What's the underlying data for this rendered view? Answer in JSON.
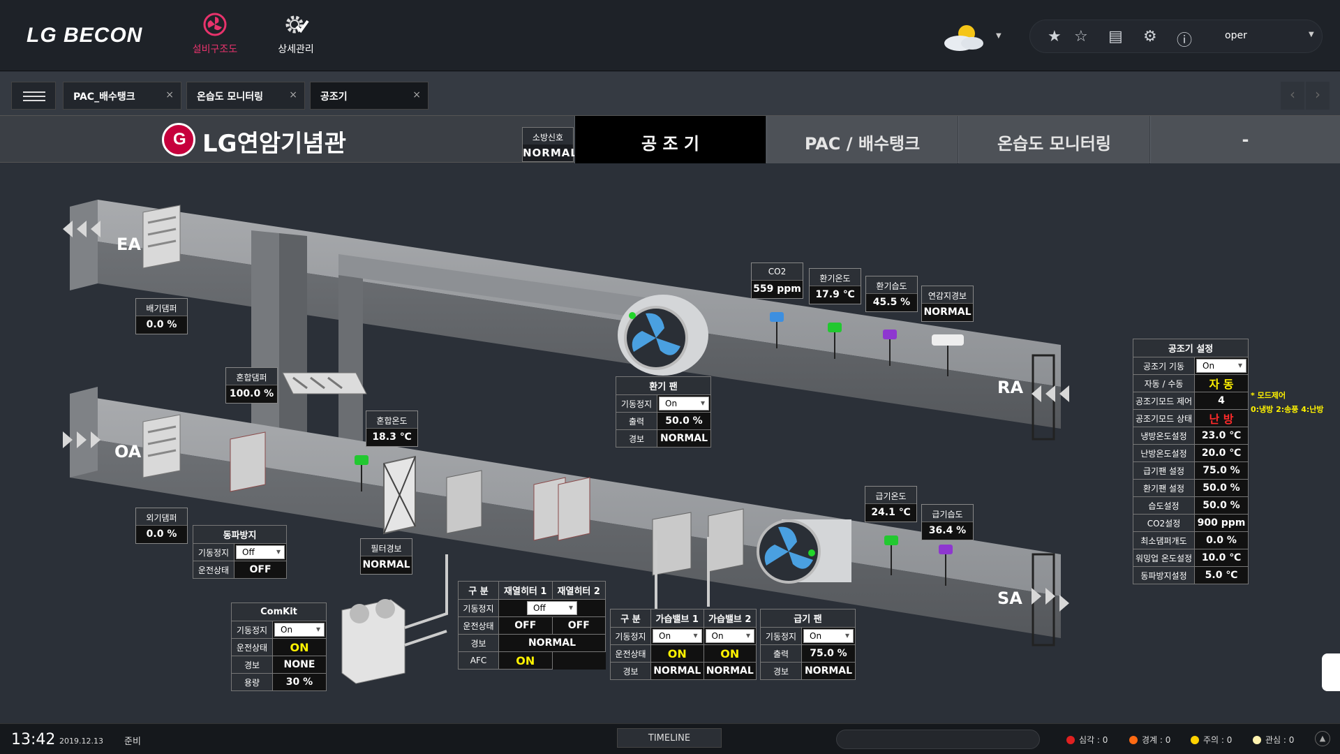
{
  "app": {
    "brand": "LG BECON",
    "nav": [
      {
        "label": "설비구조도",
        "icon": "fan-nav-icon"
      },
      {
        "label": "상세관리",
        "icon": "gear-check-icon"
      }
    ],
    "user": "oper",
    "tools": [
      "star-icon",
      "star-gear-icon",
      "clipboard-icon",
      "gear-icon",
      "info-icon"
    ],
    "weather_icon": "cloud-sun-icon"
  },
  "doc_tabs": [
    "PAC_배수탱크",
    "온습도 모니터링",
    "공조기"
  ],
  "header": {
    "site": "LG연암기념관",
    "fire": {
      "label": "소방신호",
      "value": "NORMAL"
    },
    "tabs": [
      "공 조 기",
      "PAC / 배수탱크",
      "온습도 모니터링",
      "-"
    ]
  },
  "ducts": {
    "ea": "EA",
    "oa": "OA",
    "ra": "RA",
    "sa": "SA"
  },
  "sensors": {
    "exhaust_damper": {
      "label": "배기댐퍼",
      "value": "0.0 %"
    },
    "mix_damper": {
      "label": "혼합댐퍼",
      "value": "100.0 %"
    },
    "mix_temp": {
      "label": "혼합온도",
      "value": "18.3 ℃"
    },
    "outdoor_damper": {
      "label": "외기댐퍼",
      "value": "0.0 %"
    },
    "filter_alarm": {
      "label": "필터경보",
      "value": "NORMAL"
    },
    "co2": {
      "label": "CO2",
      "value": "559 ppm"
    },
    "return_temp": {
      "label": "환기온도",
      "value": "17.9 ℃"
    },
    "return_humid": {
      "label": "환기습도",
      "value": "45.5 %"
    },
    "smoke_alarm": {
      "label": "연감지경보",
      "value": "NORMAL"
    },
    "supply_temp": {
      "label": "급기온도",
      "value": "24.1 ℃"
    },
    "supply_humid": {
      "label": "급기습도",
      "value": "36.4 %"
    }
  },
  "return_fan": {
    "title": "환기 팬",
    "rows": [
      [
        "기동정지",
        "On"
      ],
      [
        "출력",
        "50.0 %"
      ],
      [
        "경보",
        "NORMAL"
      ]
    ]
  },
  "freeze": {
    "title": "동파방지",
    "rows": [
      [
        "기동정지",
        "Off"
      ],
      [
        "운전상태",
        "OFF"
      ]
    ]
  },
  "comkit": {
    "title": "ComKit",
    "rows": [
      [
        "기동정지",
        "On"
      ],
      [
        "운전상태",
        "ON"
      ],
      [
        "경보",
        "NONE"
      ],
      [
        "용량",
        "30 %"
      ]
    ]
  },
  "reheater": {
    "head": [
      "구 분",
      "재열히터 1",
      "재열히터 2"
    ],
    "run_label": "기동정지",
    "run": "Off",
    "state_label": "운전상태",
    "state": [
      "OFF",
      "OFF"
    ],
    "alarm_label": "경보",
    "alarm": "NORMAL",
    "afc_label": "AFC",
    "afc": "ON"
  },
  "humid_valve": {
    "head": [
      "구 분",
      "가습밸브 1",
      "가습밸브 2"
    ],
    "run_label": "기동정지",
    "run": [
      "On",
      "On"
    ],
    "state_label": "운전상태",
    "state": [
      "ON",
      "ON"
    ],
    "alarm_label": "경보",
    "alarm": [
      "NORMAL",
      "NORMAL"
    ]
  },
  "supply_fan": {
    "title": "급기 팬",
    "rows": [
      [
        "기동정지",
        "On"
      ],
      [
        "출력",
        "75.0 %"
      ],
      [
        "경보",
        "NORMAL"
      ]
    ]
  },
  "ahu_settings": {
    "title": "공조기 설정",
    "rows": [
      [
        "공조기 기동",
        "On"
      ],
      [
        "자동 / 수동",
        "자 동"
      ],
      [
        "공조기모드 제어",
        "4"
      ],
      [
        "공조기모드 상태",
        "난 방"
      ],
      [
        "냉방온도설정",
        "23.0 ℃"
      ],
      [
        "난방온도설정",
        "20.0 ℃"
      ],
      [
        "급기팬 설정",
        "75.0 %"
      ],
      [
        "환기팬 설정",
        "50.0 %"
      ],
      [
        "습도설정",
        "50.0 %"
      ],
      [
        "CO2설정",
        "900 ppm"
      ],
      [
        "최소댐퍼개도",
        "0.0 %"
      ],
      [
        "워밍업 온도설정",
        "10.0 ℃"
      ],
      [
        "동파방지설정",
        "5.0 ℃"
      ]
    ],
    "note": [
      "* 모드제어",
      "0:냉방 2:송풍 4:난방"
    ]
  },
  "status": {
    "time": "13:42",
    "date": "2019.12.13",
    "ready": "준비",
    "timeline": "TIMELINE",
    "alarms": [
      {
        "label": "심각 : 0",
        "color": "#e02020"
      },
      {
        "label": "경계 : 0",
        "color": "#ff6a13"
      },
      {
        "label": "주의 : 0",
        "color": "#ffd200"
      },
      {
        "label": "관심 : 0",
        "color": "#fff3b0"
      }
    ]
  }
}
